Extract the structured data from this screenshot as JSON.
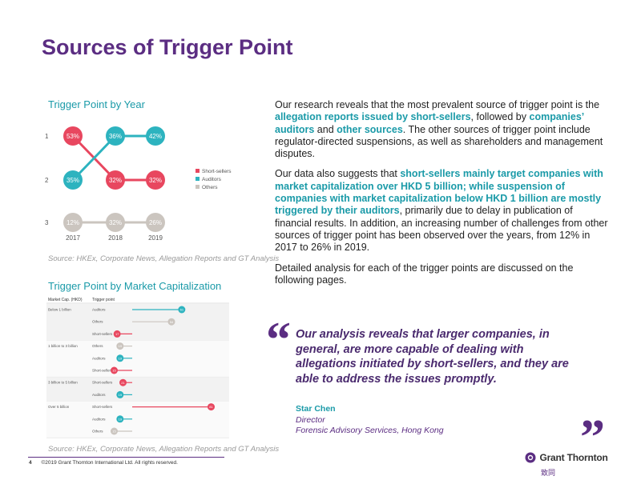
{
  "page": {
    "title": "Sources of Trigger Point",
    "page_number": "4",
    "copyright": "©2019 Grant Thornton International Ltd. All rights reserved."
  },
  "chart1": {
    "title": "Trigger Point by Year",
    "source": "Source: HKEx, Corporate News, Allegation Reports and GT Analysis"
  },
  "chart2": {
    "title": "Trigger Point by Market Capitalization",
    "source": "Source: HKEx, Corporate News, Allegation Reports and GT Analysis"
  },
  "body": {
    "p1": [
      {
        "t": "Our research reveals that the most prevalent source of trigger point is the ",
        "hl": false
      },
      {
        "t": "allegation reports issued by short-sellers",
        "hl": true
      },
      {
        "t": ", followed by ",
        "hl": false
      },
      {
        "t": "companies’ auditors",
        "hl": true
      },
      {
        "t": " and ",
        "hl": false
      },
      {
        "t": "other sources",
        "hl": true
      },
      {
        "t": ". The other sources of trigger point include regulator-directed suspensions, as well as shareholders and management disputes.",
        "hl": false
      }
    ],
    "p2": [
      {
        "t": "Our data also suggests that ",
        "hl": false
      },
      {
        "t": "short-sellers mainly target companies with market capitalization over HKD 5 billion; while suspension of companies with market capitalization below HKD 1 billion are mostly triggered by their auditors",
        "hl": true
      },
      {
        "t": ", primarily due to delay in publication of financial results. In addition, an increasing number of challenges from other sources of trigger point has been observed over the years, from 12% in 2017 to 26% in 2019.",
        "hl": false
      }
    ],
    "p3": "Detailed analysis for each of the trigger points are discussed on the following pages."
  },
  "quote": {
    "text": "Our analysis reveals that larger companies, in general, are more capable of dealing with allegations initiated by short-sellers, and they are able to address the issues promptly.",
    "author": "Star Chen",
    "role": "Director",
    "dept": "Forensic Advisory Services, Hong Kong"
  },
  "logo": {
    "brand": "Grant Thornton",
    "cn": "致同"
  },
  "colors": {
    "purple": "#5b2d82",
    "teal": "#1a9aa8",
    "short_sellers": "#e8475f",
    "auditors": "#2db3bf",
    "others": "#cbc5bf"
  },
  "chart_data": [
    {
      "type": "bump",
      "title": "Trigger Point by Year",
      "x": [
        "2017",
        "2018",
        "2019"
      ],
      "y_ticks": [
        "1",
        "2",
        "3"
      ],
      "series": [
        {
          "name": "Short-sellers",
          "color": "#e8475f",
          "ranks": [
            1,
            2,
            2
          ],
          "values": [
            "53%",
            "32%",
            "32%"
          ]
        },
        {
          "name": "Auditors",
          "color": "#2db3bf",
          "ranks": [
            2,
            1,
            1
          ],
          "values": [
            "35%",
            "36%",
            "42%"
          ]
        },
        {
          "name": "Others",
          "color": "#cbc5bf",
          "ranks": [
            3,
            3,
            3
          ],
          "values": [
            "12%",
            "32%",
            "26%"
          ]
        }
      ],
      "legend": [
        "Short-sellers",
        "Auditors",
        "Others"
      ],
      "legend_position": "right"
    },
    {
      "type": "lollipop",
      "title": "Trigger Point by Market Capitalization",
      "columns": [
        "Market Cap. (HKD)",
        "Trigger point"
      ],
      "xlim": [
        0,
        90
      ],
      "groups": [
        {
          "label": "Below 1 billion",
          "rows": [
            {
              "label": "Auditors",
              "value": 61,
              "color": "#2db3bf"
            },
            {
              "label": "Others",
              "value": 54,
              "color": "#cbc5bf"
            },
            {
              "label": "Short-sellers",
              "value": 17,
              "color": "#e8475f"
            }
          ]
        },
        {
          "label": "1 billion to 3 billion",
          "rows": [
            {
              "label": "Others",
              "value": 19,
              "color": "#cbc5bf"
            },
            {
              "label": "Auditors",
              "value": 19,
              "color": "#2db3bf"
            },
            {
              "label": "Short-sellers",
              "value": 15,
              "color": "#e8475f"
            }
          ]
        },
        {
          "label": "3 billion to 5 billion",
          "rows": [
            {
              "label": "Short-sellers",
              "value": 21,
              "color": "#e8475f"
            },
            {
              "label": "Auditors",
              "value": 19,
              "color": "#2db3bf"
            }
          ]
        },
        {
          "label": "Over 5 billion",
          "rows": [
            {
              "label": "Short-sellers",
              "value": 81,
              "color": "#e8475f"
            },
            {
              "label": "Auditors",
              "value": 19,
              "color": "#2db3bf"
            },
            {
              "label": "Others",
              "value": 15,
              "color": "#cbc5bf"
            }
          ]
        }
      ]
    }
  ]
}
